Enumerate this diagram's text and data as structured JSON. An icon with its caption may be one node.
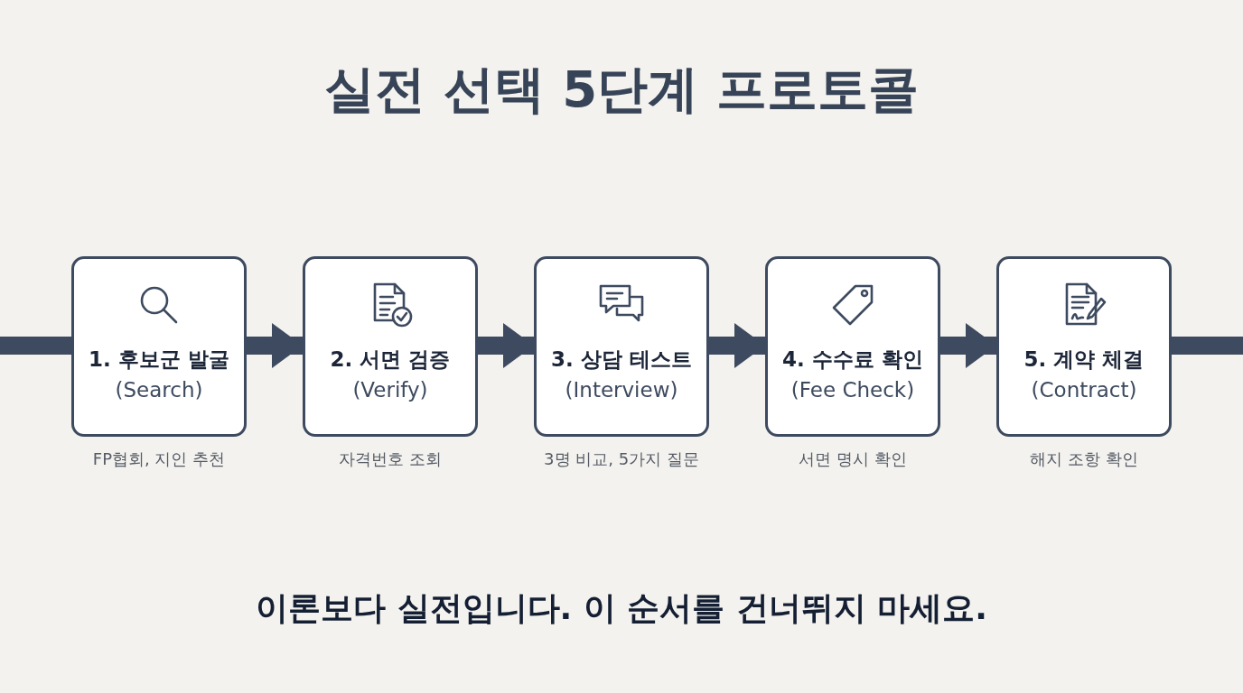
{
  "diagram": {
    "title": "실전 선택 5단계 프로토콜",
    "nodes": [
      {
        "text": [
          "1. 후보군 발굴",
          "(Search)"
        ],
        "beside": [
          "FP협회, 지인 추천"
        ]
      },
      {
        "text": [
          "2. 서면 검증",
          "(Verify)"
        ],
        "beside": [
          "자격번호 조회"
        ]
      },
      {
        "text": [
          "3. 상담 테스트",
          "(Interview)"
        ],
        "beside": [
          "3명 비교, 5가지 질문"
        ]
      },
      {
        "text": [
          "4. 수수료 확인",
          "(Fee Check)"
        ],
        "beside": [
          "서면 명시 확인"
        ]
      },
      {
        "text": [
          "5. 계약 체결",
          "(Contract)"
        ],
        "beside": [
          "해지 조항 확인"
        ]
      }
    ],
    "edges": [
      {
        "from": null,
        "to": 0,
        "arrow": "none"
      },
      {
        "from": 0,
        "to": 1,
        "arrow": "to"
      },
      {
        "from": 1,
        "to": 2,
        "arrow": "to"
      },
      {
        "from": 2,
        "to": 3,
        "arrow": "to"
      },
      {
        "from": 3,
        "to": 4,
        "arrow": "to"
      },
      {
        "from": 4,
        "to": null,
        "arrow": "none"
      }
    ],
    "labels": [
      "이론보다 실전입니다. 이 순서를 건너뛰지 마세요."
    ]
  }
}
